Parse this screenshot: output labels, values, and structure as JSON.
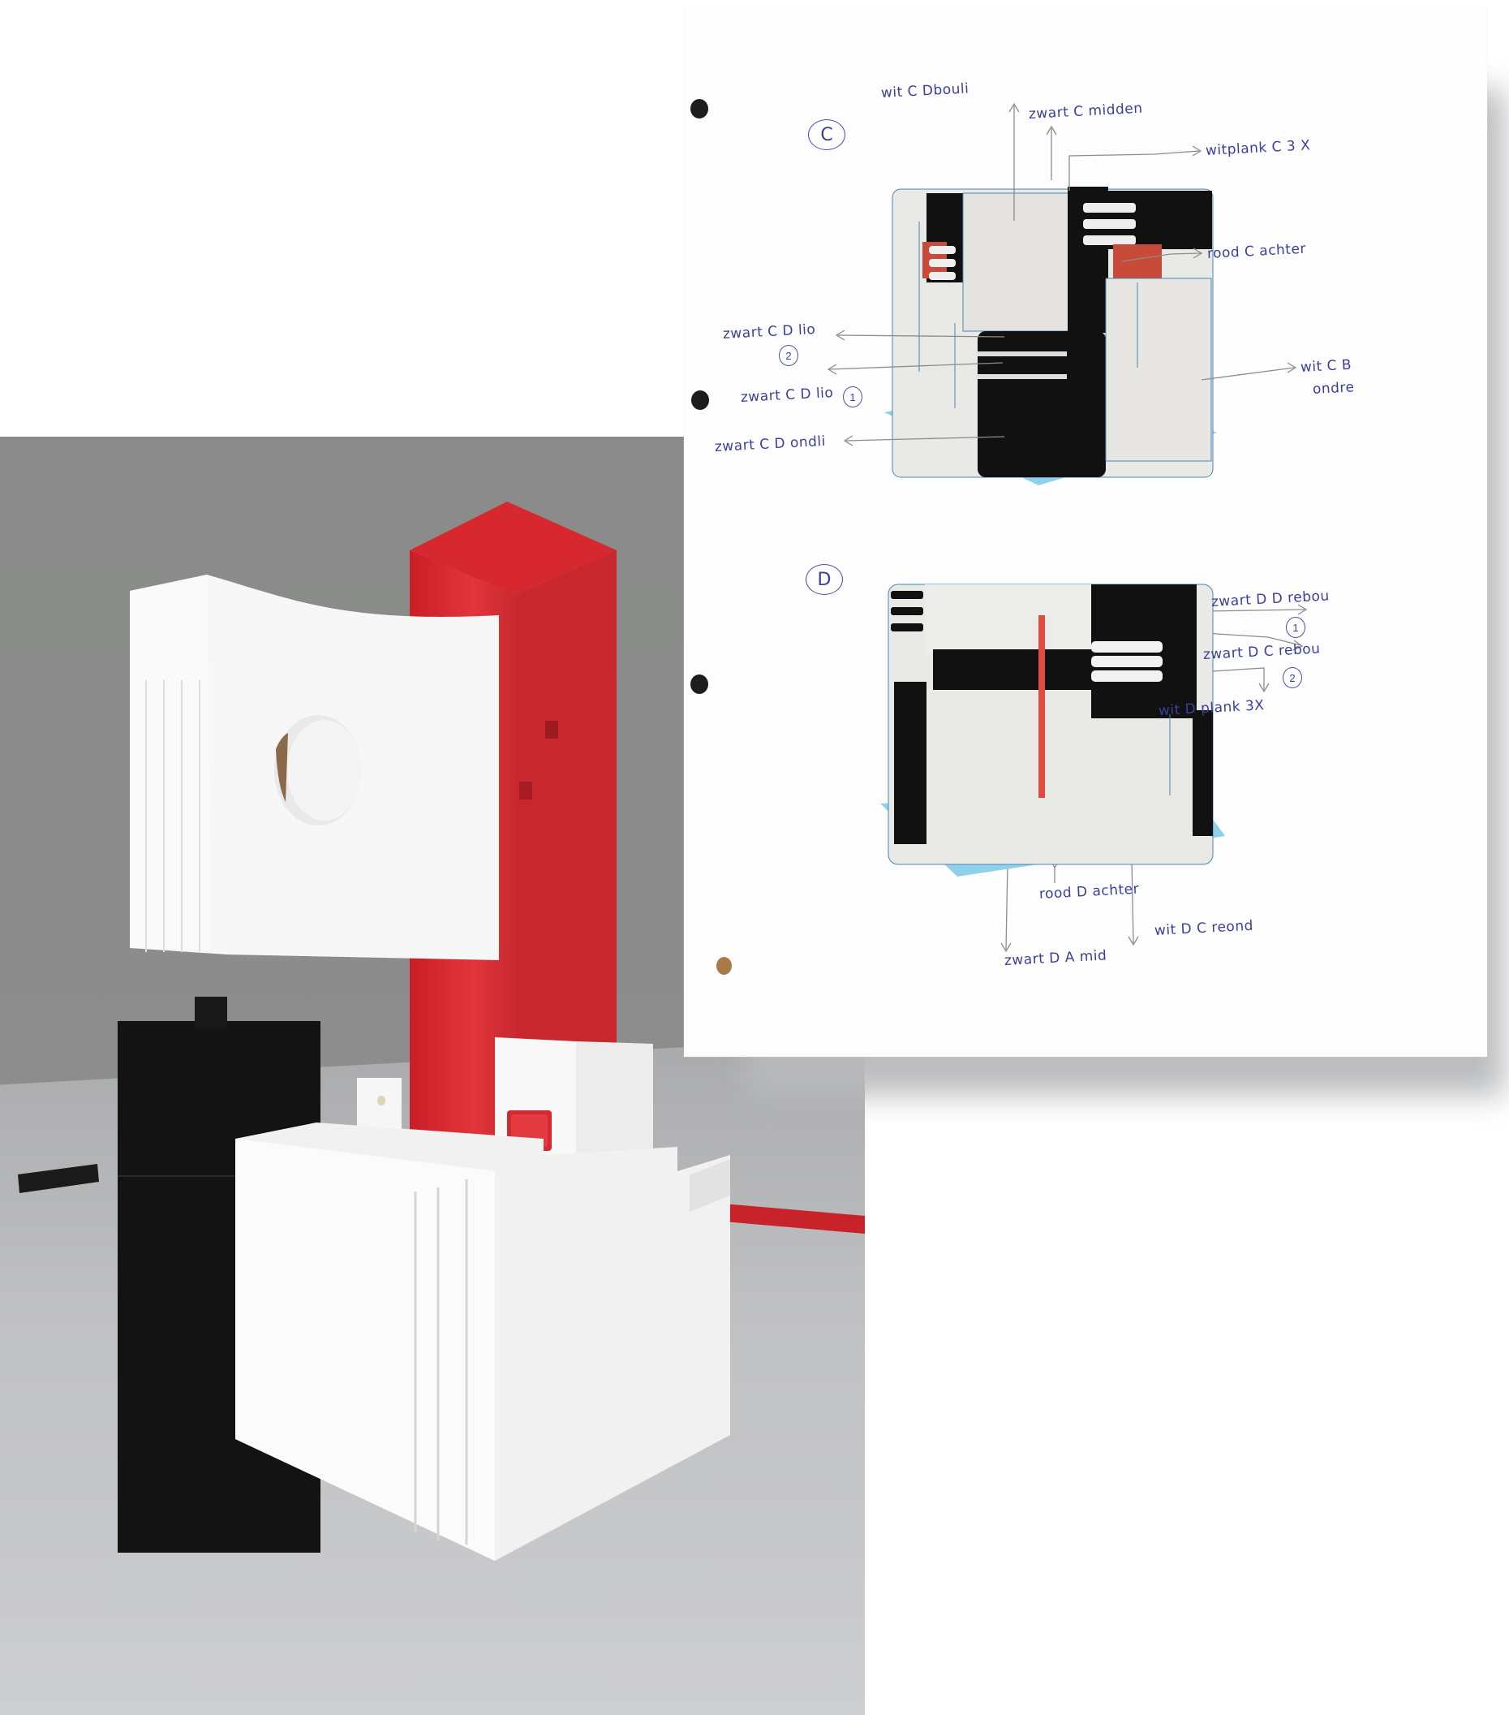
{
  "photo": {
    "subject": "3D-printed architectural model",
    "colors": {
      "background": "#8a8b8a",
      "table": "#c4c5c7",
      "red": "#d3262d",
      "black": "#131313",
      "white": "#f6f6f6"
    }
  },
  "sheet": {
    "sections": [
      {
        "id": "C",
        "marker": "C",
        "labels": [
          {
            "text": "wit C Dbouli"
          },
          {
            "text": "zwart C midden"
          },
          {
            "text": "witplank C 3 X"
          },
          {
            "text": "rood C achter"
          },
          {
            "text": "zwart C D lio",
            "badge": "2"
          },
          {
            "text": "zwart C D lio",
            "badge": "1"
          },
          {
            "text": "zwart C D ondli"
          },
          {
            "text": "wit C B",
            "text2": "ondre"
          }
        ]
      },
      {
        "id": "D",
        "marker": "D",
        "labels": [
          {
            "text": "zwart D D rebou",
            "badge": "1"
          },
          {
            "text": "zwart D C rebou",
            "badge": "2"
          },
          {
            "text": "wit D plank 3X"
          },
          {
            "text": "rood D achter"
          },
          {
            "text": "zwart D A mid"
          },
          {
            "text": "wit D C reond"
          }
        ]
      }
    ],
    "colors": {
      "ink": "#3b3f9a",
      "pencil": "#8c8c8c",
      "base_plate": "#8fd0ea",
      "red_part": "#c84a38"
    }
  }
}
